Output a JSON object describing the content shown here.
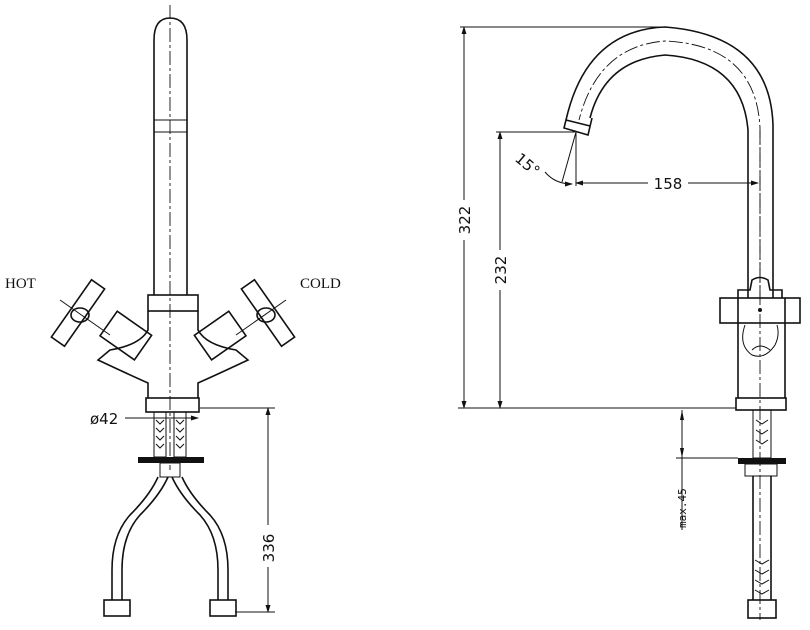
{
  "front_view": {
    "hot_label": "HOT",
    "cold_label": "COLD",
    "diameter_label": "ø42",
    "hose_length_label": "336"
  },
  "side_view": {
    "height_total_label": "322",
    "spout_height_label": "232",
    "reach_label": "158",
    "angle_label": "15°",
    "max_thickness_label": "max.45"
  }
}
